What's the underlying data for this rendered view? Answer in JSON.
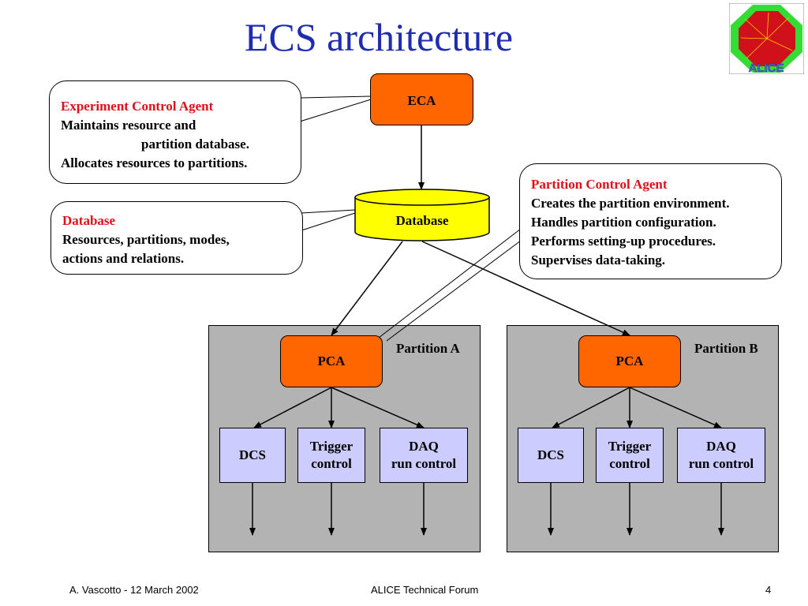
{
  "title": "ECS architecture",
  "logo": {
    "text": "ALICE",
    "green": "#33dd33",
    "red": "#d0101a"
  },
  "eca": {
    "label": "ECA"
  },
  "eca_callout": {
    "heading": "Experiment Control Agent",
    "lines": [
      "Maintains resource and",
      "partition database.",
      "Allocates resources to partitions."
    ]
  },
  "database": {
    "label": "Database"
  },
  "db_callout": {
    "heading": "Database",
    "lines": [
      "Resources, partitions, modes,",
      "actions and relations."
    ]
  },
  "pca_callout": {
    "heading": "Partition Control Agent",
    "lines": [
      "Creates the partition environment.",
      "Handles partition configuration.",
      "Performs setting-up procedures.",
      "Supervises data-taking."
    ]
  },
  "partitions": [
    {
      "label": "Partition A",
      "pca": "PCA",
      "dcs": "DCS",
      "trigger": [
        "Trigger",
        "control"
      ],
      "daq": [
        "DAQ",
        "run control"
      ]
    },
    {
      "label": "Partition B",
      "pca": "PCA",
      "dcs": "DCS",
      "trigger": [
        "Trigger",
        "control"
      ],
      "daq": [
        "DAQ",
        "run control"
      ]
    }
  ],
  "footer": {
    "left": "A. Vascotto - 12 March 2002",
    "center": "ALICE Technical Forum",
    "right": "4"
  },
  "colors": {
    "title": "#1f2bb0",
    "orange": "#ff6600",
    "database": "#ffff00",
    "sub": "#ccccff",
    "partition": "#b3b3b3",
    "heading": "#e0101a"
  }
}
